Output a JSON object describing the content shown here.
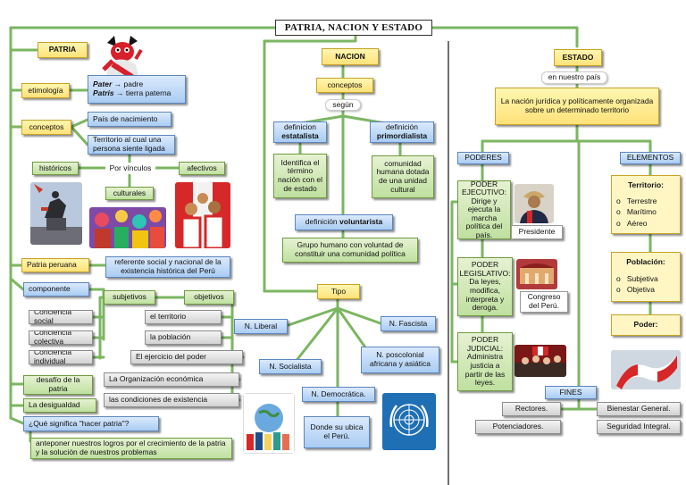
{
  "title": "PATRIA, NACION Y ESTADO",
  "patria": {
    "title": "PATRIA",
    "etimologia": "etimología",
    "pater_word": "Pater",
    "pater_meaning": " → padre",
    "patris_word": "Patris",
    "patris_meaning": " → tierra paterna",
    "conceptos": "conceptos",
    "pais_nacimiento": "País de nacimiento",
    "territorio": "Territorio al cual una persona siente ligada",
    "historicos": "históricos",
    "por_vinculos": "Por vínculos",
    "afectivos": "afectivos",
    "culturales": "culturales",
    "patria_peruana": "Patria peruana",
    "referente": "referente social y nacional de la existencia histórica del Perú",
    "componente": "componente",
    "subjetivos": "subjetivos",
    "objetivos": "objetivos",
    "conciencia_social": "Conciencia social",
    "conciencia_colectiva": "Conciencia colectiva",
    "conciencia_individual": "Conciencia individual",
    "el_territorio": "el territorio",
    "la_poblacion": "la población",
    "ejercicio_poder": "El ejercicio del poder",
    "organizacion_economica": "La Organización económica",
    "condiciones_existencia": "las condiciones de existencia",
    "desafio": "desafío de la patria",
    "desigualdad": "La desigualdad",
    "hacer_patria": "¿Qué significa \"hacer patria\"?",
    "anteponer": "anteponer nuestros logros por el crecimiento de la patria y la solución de nuestros problemas"
  },
  "nacion": {
    "title": "NACION",
    "conceptos": "conceptos",
    "segun": "según",
    "def_estatalista_prefix": "definicion ",
    "def_estatalista_bold": "estatalista",
    "def_primordialista_prefix": "definición ",
    "def_primordialista_bold": "primordialista",
    "estatalista_text": "Identifica el término nación con el de estado",
    "primordialista_text": "comunidad humana dotada de una unidad cultural",
    "def_voluntarista_prefix": "definición ",
    "def_voluntarista_bold": "voluntarista",
    "grupo_humano": "Grupo humano con voluntad de constituir una comunidad política",
    "tipo": "Tipo",
    "liberal": "N. Liberal",
    "fascista": "N. Fascista",
    "socialista": "N. Socialista",
    "poscolonial": "N. poscolonial africana y asiática",
    "democratica": "N. Democrática.",
    "donde_su": "Donde su ubica el Perú."
  },
  "estado": {
    "title": "ESTADO",
    "en_nuestro_pais": "en nuestro país",
    "definicion": "La nación jurídica y políticamente organizada sobre un determinado territorio",
    "poderes": "PODERES",
    "elementos": "ELEMENTOS",
    "ejecutivo": "PODER EJECUTIVO: Dirige y ejecuta la marcha política del país.",
    "presidente": "Presidente",
    "legislativo": "PODER LEGISLATIVO: Da leyes, modifica, interpreta y deroga.",
    "congreso": "Congreso del Perú.",
    "judicial": "PODER JUDICIAL: Administra justicia a partir de las leyes.",
    "territorio_title": "Territorio:",
    "territorio_items": [
      "Terrestre",
      "Marítimo",
      "Aéreo"
    ],
    "poblacion_title": "Población:",
    "poblacion_items": [
      "Subjetiva",
      "Objetiva"
    ],
    "poder_title": "Poder:",
    "fines": "FINES",
    "rectores": "Rectores.",
    "bienestar": "Bienestar General.",
    "potenciadores": "Potenciadores.",
    "seguridad": "Seguridad Integral."
  },
  "colors": {
    "connector": "#7bb661",
    "divider": "#222222",
    "title_border": "#333333"
  },
  "icons": [
    "devil-mascot-icon",
    "monument-image",
    "dancers-image",
    "fans-image",
    "flags-globe-image",
    "un-emblem-icon",
    "president-photo",
    "congress-photo",
    "judiciary-photo",
    "peru-flag-image"
  ]
}
